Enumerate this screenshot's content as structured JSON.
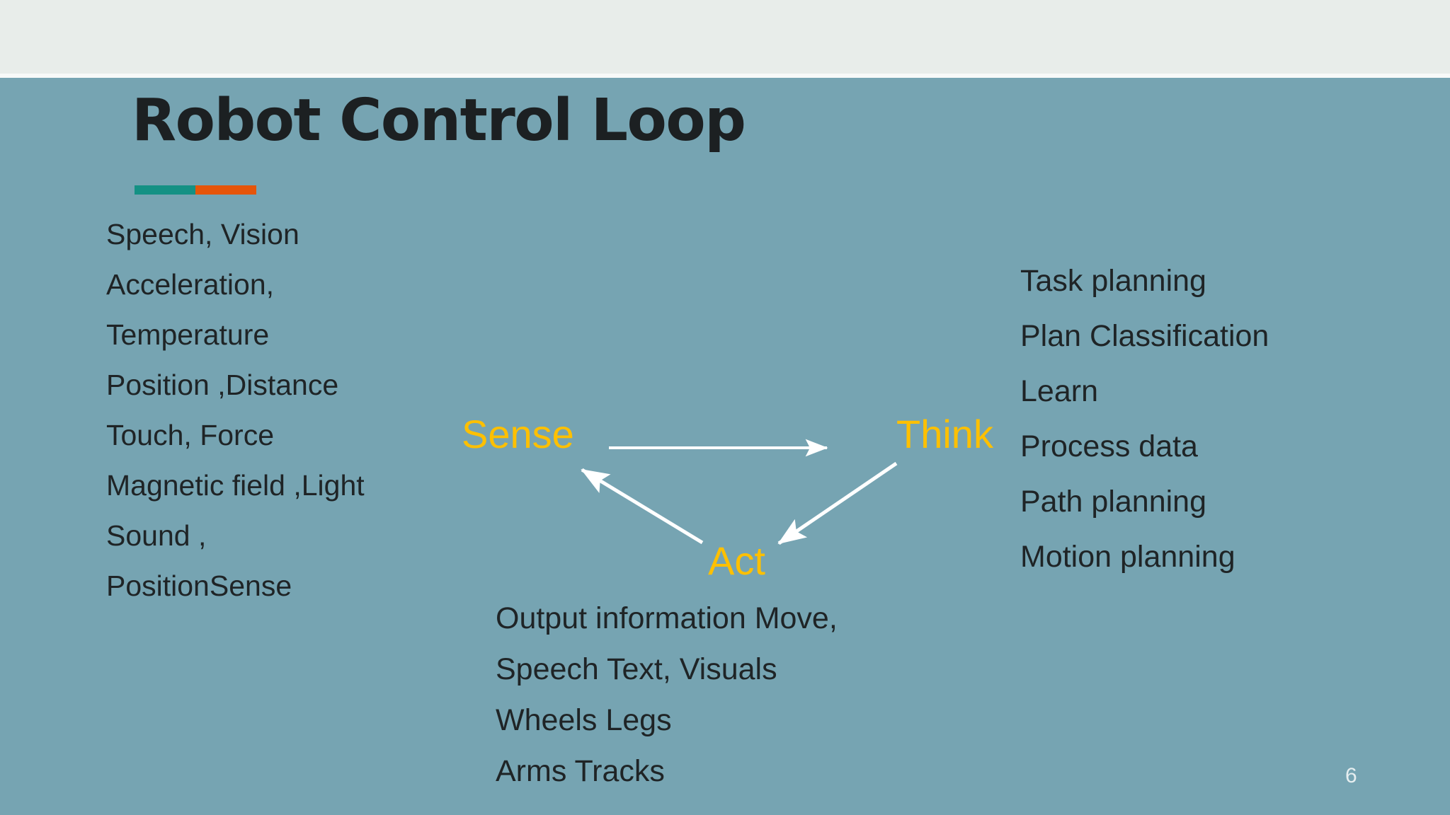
{
  "slide": {
    "title": "Robot Control Loop",
    "number": "6",
    "background_color": "#76a4b2",
    "top_band_color": "#e8edea",
    "title_color": "#1c2022",
    "body_text_color": "#1f2426",
    "node_label_color": "#ffc000",
    "arrow_color": "#ffffff",
    "accent_bar": {
      "left_color": "#149184",
      "right_color": "#e5550a"
    }
  },
  "sense_column": {
    "lines": [
      "Speech, Vision",
      "Acceleration,",
      "Temperature",
      "Position ,Distance",
      "Touch, Force",
      "Magnetic field ,Light",
      "Sound ,",
      "PositionSense"
    ]
  },
  "think_column": {
    "lines": [
      "Task planning",
      "Plan Classification",
      "Learn",
      "Process data",
      "Path planning",
      "Motion planning"
    ]
  },
  "act_column": {
    "lines": [
      "Output information Move,",
      "Speech  Text, Visuals",
      "Wheels Legs",
      "Arms Tracks"
    ]
  },
  "nodes": {
    "sense": "Sense",
    "think": "Think",
    "act": "Act"
  },
  "arrows": [
    {
      "name": "sense-to-think-arrow",
      "from": "Sense",
      "to": "Think"
    },
    {
      "name": "think-to-act-arrow",
      "from": "Think",
      "to": "Act"
    },
    {
      "name": "act-to-sense-arrow",
      "from": "Act",
      "to": "Sense"
    }
  ]
}
